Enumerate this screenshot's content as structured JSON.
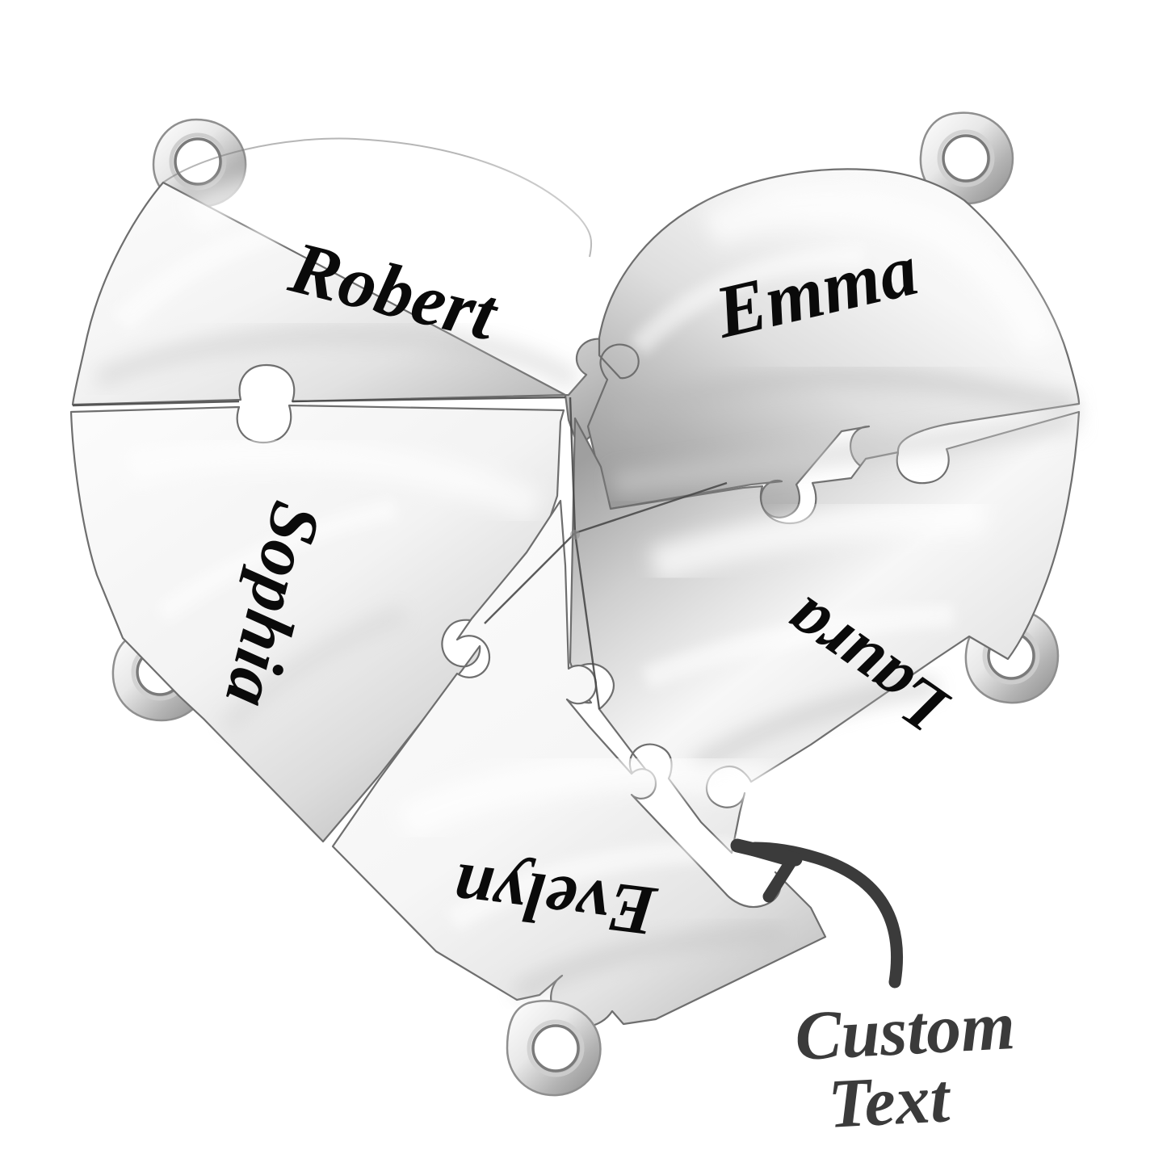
{
  "product": {
    "type": "5-piece heart puzzle pendant set",
    "material_finish": "polished silver",
    "background_color": "#ffffff"
  },
  "colors": {
    "metal_light": "#fdfdfd",
    "metal_mid": "#e3e3e3",
    "metal_shadow": "#a9a9a9",
    "metal_deep": "#6f6f6f",
    "seam": "#2e2e2e",
    "engraving": "#0a0a0a",
    "callout": "#3b3b3b"
  },
  "pieces": [
    {
      "id": "robert",
      "name": "Robert",
      "position": "top-left",
      "engraving_rotation_deg": 14,
      "has_loop": true,
      "loop_position": "top-left"
    },
    {
      "id": "emma",
      "name": "Emma",
      "position": "top-right",
      "engraving_rotation_deg": -13,
      "has_loop": true,
      "loop_position": "top-right"
    },
    {
      "id": "sophia",
      "name": "Sophia",
      "position": "middle-left",
      "engraving_rotation_deg": 104,
      "has_loop": true,
      "loop_position": "left"
    },
    {
      "id": "laura",
      "name": "Laura",
      "position": "middle-right",
      "engraving_rotation_deg": 215,
      "has_loop": true,
      "loop_position": "right"
    },
    {
      "id": "evelyn",
      "name": "Evelyn",
      "position": "bottom-center",
      "engraving_rotation_deg": 187,
      "has_loop": true,
      "loop_position": "bottom"
    }
  ],
  "annotation": {
    "line1": "Custom",
    "line2": "Text",
    "arrow": "curved-arrow-up-left",
    "points_to": "evelyn"
  }
}
